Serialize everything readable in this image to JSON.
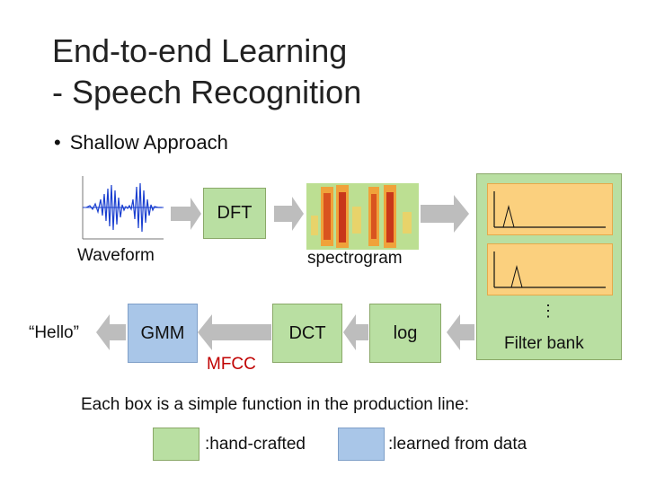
{
  "title": {
    "line1": "End-to-end Learning",
    "line2": "- Speech Recognition"
  },
  "bullet": {
    "marker": "•",
    "text": "Shallow Approach"
  },
  "pipeline": {
    "dft": "DFT",
    "waveform_label": "Waveform",
    "spectrogram_label": "spectrogram",
    "hello": "“Hello”",
    "gmm": "GMM",
    "dct": "DCT",
    "log": "log",
    "mfcc": "MFCC",
    "ellipsis": "⋮",
    "filter_bank": "Filter bank"
  },
  "note": "Each box is a simple function in the production line:",
  "legend": {
    "hand_crafted": ":hand-crafted",
    "learned": ":learned from data"
  },
  "colors": {
    "hand_crafted": "#b9dfa2",
    "learned": "#a9c6e8",
    "filter": "#fbd07e",
    "arrow": "#bdbdbd",
    "mfcc": "#c00000",
    "waveform": "#1a3fd0"
  }
}
